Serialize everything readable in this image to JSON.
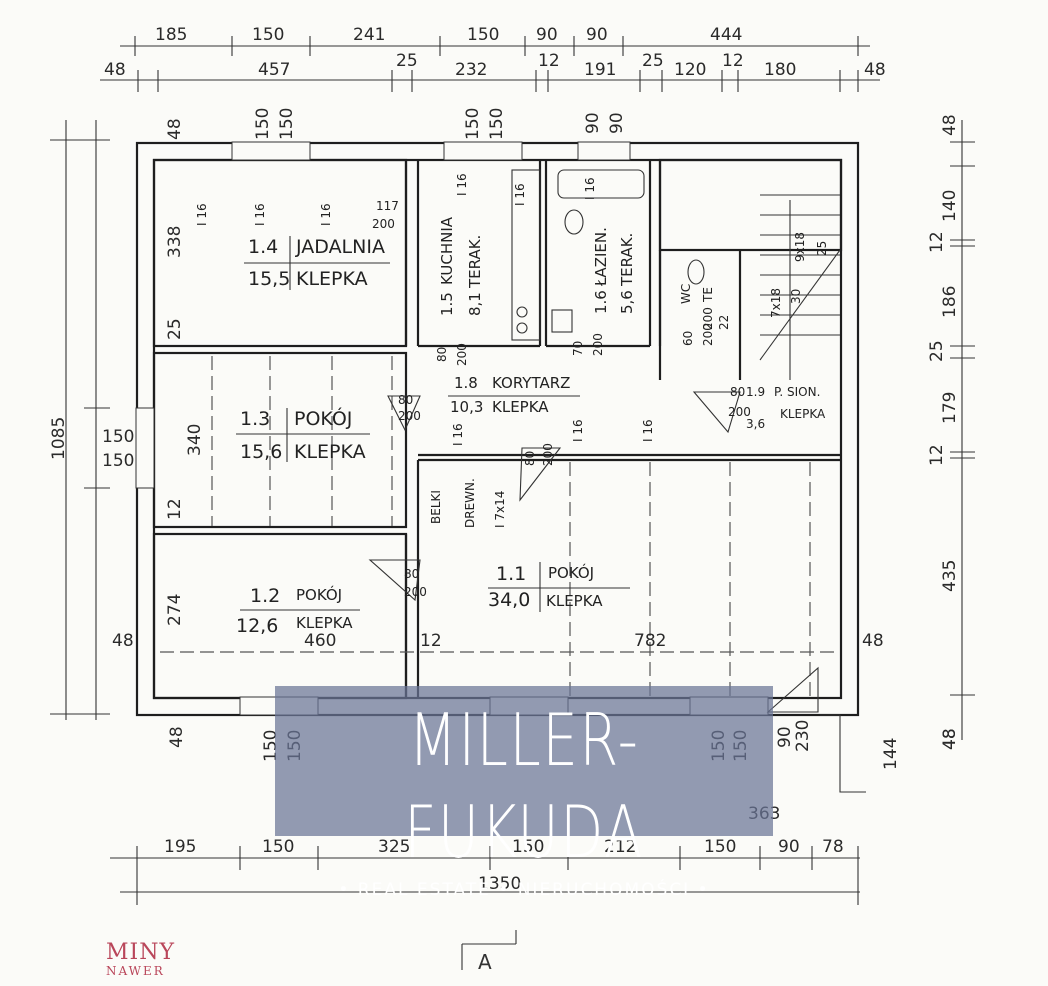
{
  "top_dims_row1": [
    "185",
    "150",
    "241",
    "150",
    "90",
    "90",
    "444"
  ],
  "top_dims_row2": [
    "48",
    "457",
    "25",
    "232",
    "12",
    "191",
    "25",
    "120",
    "12",
    "180",
    "48"
  ],
  "top_window_dims": [
    "48",
    "150",
    "150",
    "150",
    "150",
    "90",
    "90"
  ],
  "right_dims": [
    "48",
    "140",
    "12",
    "186",
    "25",
    "179",
    "12",
    "435",
    "48"
  ],
  "left_dims": {
    "total": "1085",
    "338": "338",
    "25": "25",
    "340": "340",
    "12": "12",
    "274": "274",
    "w150a": "150",
    "w150b": "150"
  },
  "bottom_dims_row1": [
    "195",
    "150",
    "325",
    "150",
    "212",
    "150",
    "90",
    "78"
  ],
  "bottom_total": "1350",
  "bottom_misc": {
    "363": "363",
    "144": "144",
    "48a": "48",
    "48b": "48",
    "48c": "48",
    "48d": "48",
    "150a": "150",
    "150b": "150",
    "150c": "150",
    "150d": "150",
    "90": "90",
    "230": "230"
  },
  "mid_dims": {
    "460": "460",
    "12": "12",
    "782": "782"
  },
  "rooms": {
    "r14": {
      "num": "1.4",
      "name": "JADALNIA",
      "area": "15,5",
      "floor": "KLEPKA"
    },
    "r13": {
      "num": "1.3",
      "name": "POKÓJ",
      "area": "15,6",
      "floor": "KLEPKA"
    },
    "r12": {
      "num": "1.2",
      "name": "POKÓJ",
      "area": "12,6",
      "floor": "KLEPKA"
    },
    "r11": {
      "num": "1.1",
      "name": "POKÓJ",
      "area": "34,0",
      "floor": "KLEPKA"
    },
    "r15": {
      "num": "1.5",
      "name": "KUCHNIA",
      "area": "8,1",
      "floor": "TERAK."
    },
    "r16": {
      "num": "1.6",
      "name": "ŁAZIEN.",
      "area": "5,6",
      "floor": "TERAK."
    },
    "r18": {
      "num": "1.8",
      "name": "KORYTARZ",
      "area": "10,3",
      "floor": "KLEPKA"
    },
    "r19": {
      "num": "1.9",
      "name": "P. SION.",
      "area": "3,6",
      "floor": "KLEPKA"
    }
  },
  "door_labels": {
    "d1": "117",
    "d1b": "200",
    "d2": "80",
    "d2b": "200",
    "d3": "80",
    "d3b": "200",
    "d4": "80",
    "d4b": "200",
    "d5": "70",
    "d5b": "200",
    "d6": "80",
    "d6b": "200",
    "d7": "80",
    "d7b": "200",
    "d8": "60",
    "d8b": "200",
    "d9": "22",
    "d9b": "200"
  },
  "misc_labels": {
    "i16": "I 16",
    "beams": "BELKI",
    "wood": "DREWN.",
    "i7x14": "I 7x14",
    "stair1": "7x18",
    "stair2": "30",
    "stair3": "9x18",
    "stair4": "25",
    "wc": "WC",
    "te": "TE"
  },
  "watermark": {
    "brand": "MILLER-FUKUDA",
    "tagline": "• REAL ESTATE • NIERUCHOMOŚCI •"
  },
  "stamp": {
    "line1": "MINY",
    "line2": "NAWER"
  },
  "section_mark": "A"
}
